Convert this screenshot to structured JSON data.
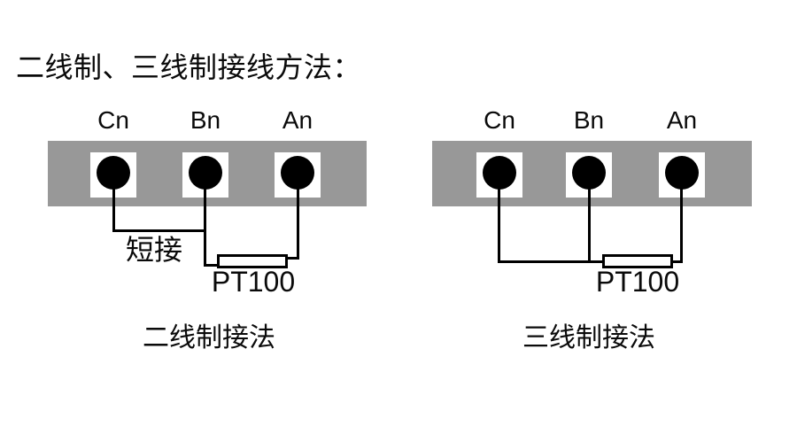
{
  "page": {
    "title": "二线制、三线制接线方法：",
    "background": "#ffffff"
  },
  "colors": {
    "terminal_strip": "#989898",
    "terminal_pad": "#ffffff",
    "terminal_screw": "#000000",
    "wire": "#000000",
    "text": "#0a0a0a"
  },
  "diagrams": [
    {
      "terminals": [
        "Cn",
        "Bn",
        "An"
      ],
      "short_link_label": "短接",
      "sensor_label": "PT100",
      "caption": "二线制接法"
    },
    {
      "terminals": [
        "Cn",
        "Bn",
        "An"
      ],
      "sensor_label": "PT100",
      "caption": "三线制接法"
    }
  ]
}
